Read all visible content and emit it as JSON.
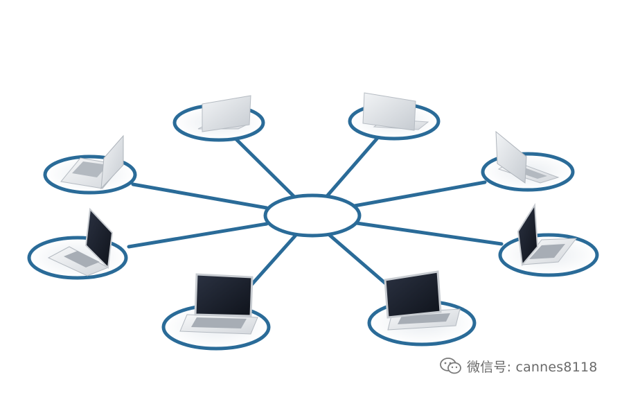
{
  "image": {
    "description_free": true,
    "colors": {
      "ring": "#2a6b98",
      "line": "#2a6b98",
      "hub_fill": "#ffffff",
      "laptop_silver": "#d9dde1",
      "laptop_dark_screen": "#1d2330",
      "keyboard": "#a7adb5",
      "watermark_text": "#6a6a6a"
    },
    "network": {
      "topology": "star",
      "node_count": 8,
      "nodes": [
        {
          "name": "laptop-1",
          "screen": "back"
        },
        {
          "name": "laptop-2",
          "screen": "back"
        },
        {
          "name": "laptop-3",
          "screen": "back"
        },
        {
          "name": "laptop-4",
          "screen": "back"
        },
        {
          "name": "laptop-5",
          "screen": "front"
        },
        {
          "name": "laptop-6",
          "screen": "front"
        },
        {
          "name": "laptop-7",
          "screen": "front"
        },
        {
          "name": "laptop-8",
          "screen": "front"
        }
      ]
    }
  },
  "watermark": {
    "icon": "wechat-icon",
    "text": "微信号: cannes8118"
  }
}
